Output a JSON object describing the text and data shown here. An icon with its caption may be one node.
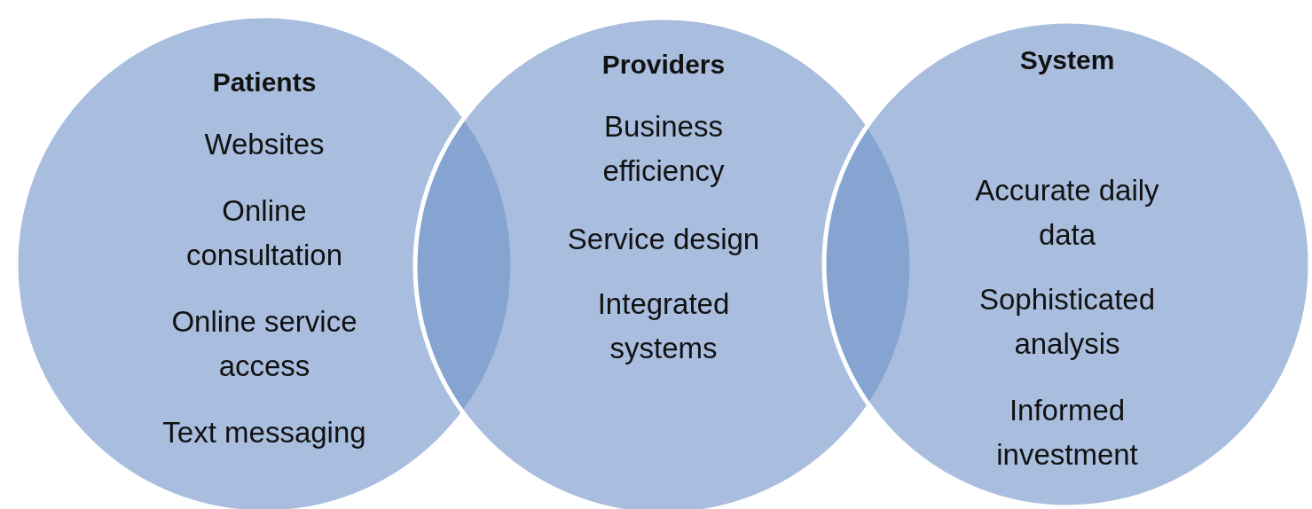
{
  "diagram": {
    "nodes": [
      {
        "text": [
          "Patients",
          "Websites",
          "Online consultation",
          "Online service access",
          "Text messaging"
        ]
      },
      {
        "text": [
          "Providers",
          "Business efficiency",
          "Service design",
          "Integrated systems"
        ]
      },
      {
        "text": [
          "System",
          "Accurate daily data",
          "Sophisticated analysis",
          "Informed investment"
        ]
      }
    ]
  }
}
